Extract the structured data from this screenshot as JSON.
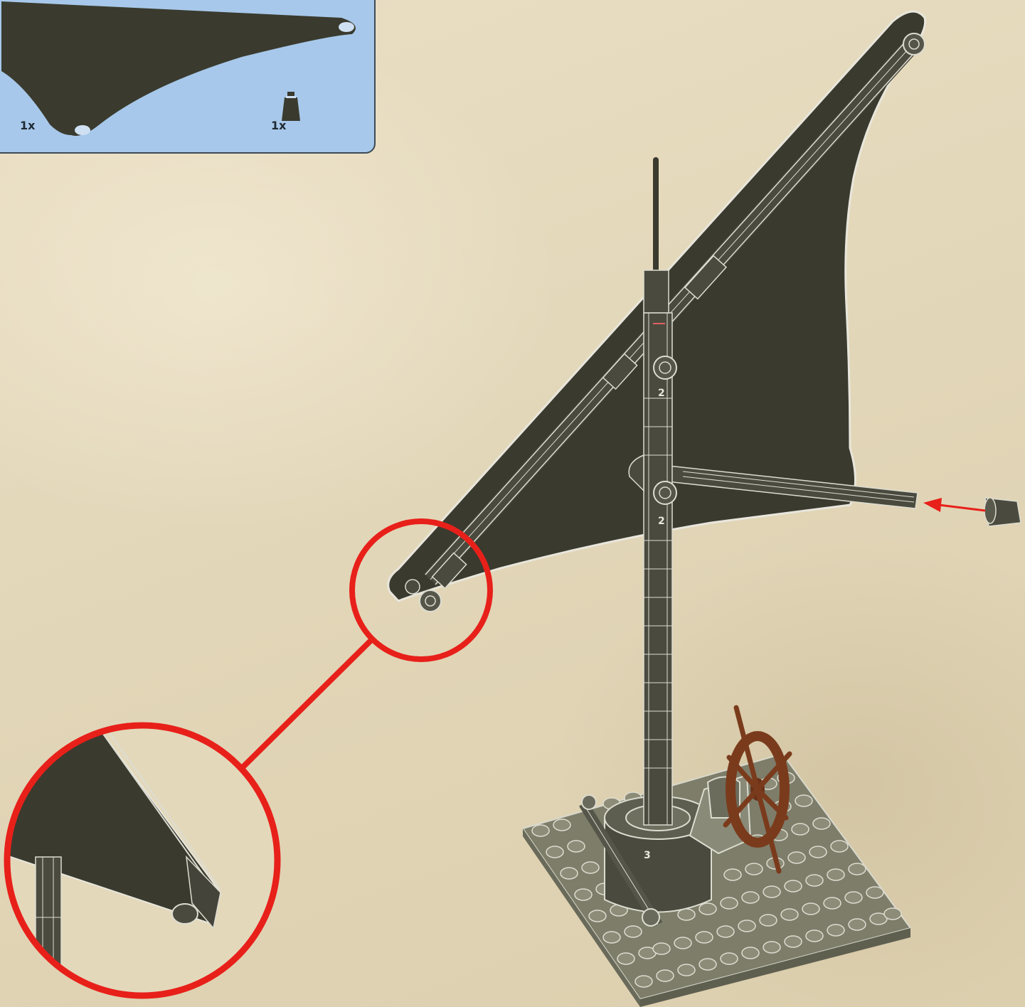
{
  "parts_list": {
    "items": [
      {
        "name": "sail",
        "quantity": "1x"
      },
      {
        "name": "cone",
        "quantity": "1x"
      }
    ]
  },
  "model": {
    "mast_marks": [
      "2",
      "2",
      "3"
    ]
  },
  "colors": {
    "panel_background": "#a7c8ea",
    "sail": "#3a3a2e",
    "callout": "#e8201a",
    "wheel": "#7a3b1c",
    "baseplate": "#7d7d6a"
  }
}
